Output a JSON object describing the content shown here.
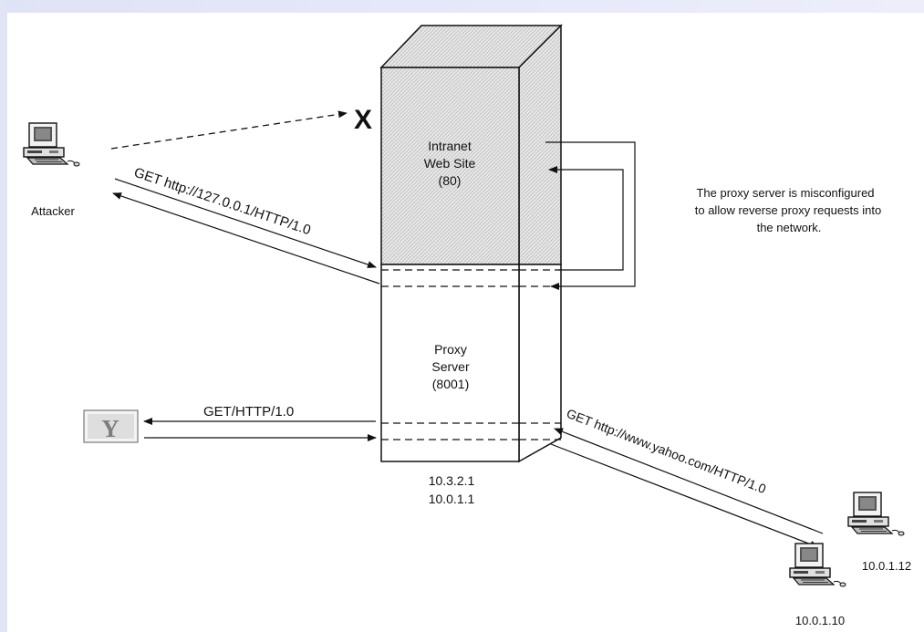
{
  "diagram": {
    "web_site": {
      "line1": "Intranet",
      "line2": "Web Site",
      "line3": "(80)"
    },
    "proxy": {
      "line1": "Proxy",
      "line2": "Server",
      "line3": "(8001)"
    },
    "proxy_ips": [
      "10.3.2.1",
      "10.0.1.1"
    ],
    "attacker_label": "Attacker",
    "blocked_mark": "X",
    "attacker_request": "GET http://127.0.0.1/HTTP/1.0",
    "yahoo_request": "GET/HTTP/1.0",
    "client_request": "GET http://www.yahoo.com/HTTP/1.0",
    "yahoo_logo_letter": "Y",
    "note": {
      "line1": "The proxy server is misconfigured",
      "line2": "to allow reverse proxy requests into",
      "line3": "the network."
    },
    "client_1_ip": "10.0.1.12",
    "client_2_ip": "10.0.1.10"
  },
  "colors": {
    "stroke": "#111111",
    "hatch": "#c9c9c9",
    "edge_bar": "#e1e4f5"
  }
}
